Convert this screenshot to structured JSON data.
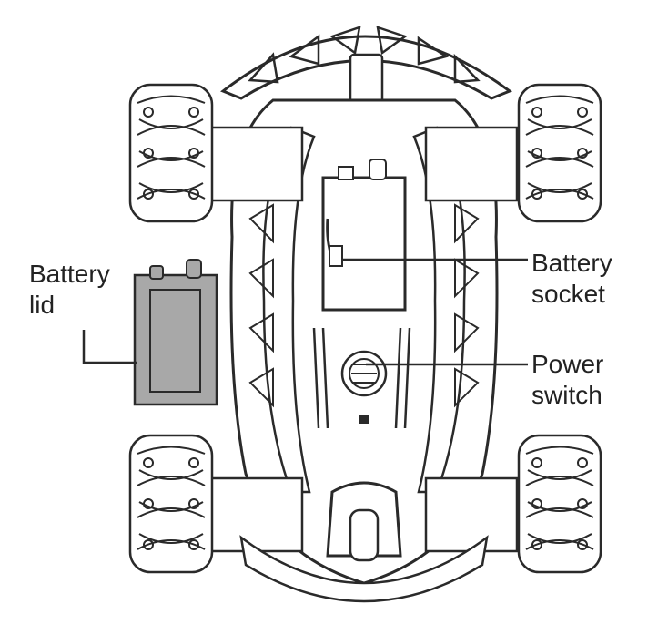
{
  "labels": {
    "battery_lid": {
      "line1": "Battery",
      "line2": "lid"
    },
    "battery_socket": {
      "line1": "Battery",
      "line2": "socket"
    },
    "power_switch": {
      "line1": "Power",
      "line2": "switch"
    }
  },
  "colors": {
    "stroke": "#2a2a2a",
    "lid_fill": "#a8a8a8",
    "background": "#ffffff"
  }
}
